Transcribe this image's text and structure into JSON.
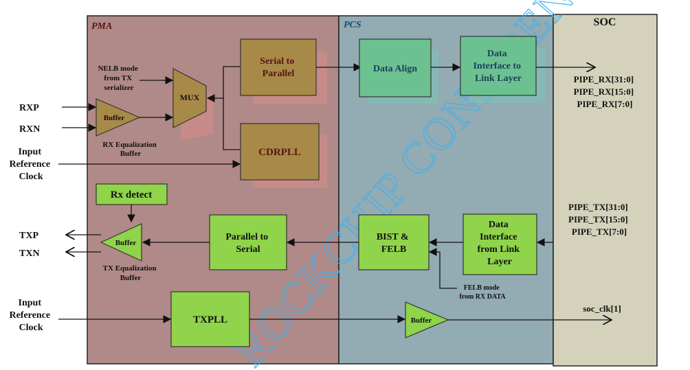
{
  "sections": {
    "pma": "PMA",
    "pcs": "PCS",
    "soc": "SOC"
  },
  "blocks": {
    "serial_to_parallel": [
      "Serial to",
      "Parallel"
    ],
    "mux": "MUX",
    "rx_buffer": "Buffer",
    "cdrpll": "CDRPLL",
    "data_align": "Data Align",
    "data_interface_to_link": [
      "Data",
      "Interface to",
      "Link Layer"
    ],
    "rx_detect": "Rx detect",
    "tx_buffer": "Buffer",
    "parallel_to_serial": [
      "Parallel to",
      "Serial"
    ],
    "bist_felb": [
      "BIST &",
      "FELB"
    ],
    "data_interface_from_link": [
      "Data",
      "Interface",
      "from Link",
      "Layer"
    ],
    "txpll": "TXPLL",
    "soc_buffer": "Buffer"
  },
  "labels": {
    "nelb_mode": [
      "NELB mode",
      "from TX",
      "serializer"
    ],
    "rxp": "RXP",
    "rxn": "RXN",
    "rx_eq_buffer": [
      "RX Equalization",
      "Buffer"
    ],
    "input_ref_clock_1": [
      "Input",
      "Reference",
      "Clock"
    ],
    "txp": "TXP",
    "txn": "TXN",
    "tx_eq_buffer": [
      "TX Equalization",
      "Buffer"
    ],
    "input_ref_clock_2": [
      "Input",
      "Reference",
      "Clock"
    ],
    "felb_mode": [
      "FELB mode",
      "from RX DATA"
    ],
    "pipe_rx": [
      "PIPE_RX[31:0]",
      "PIPE_RX[15:0]",
      "PIPE_RX[7:0]"
    ],
    "pipe_tx": [
      "PIPE_TX[31:0]",
      "PIPE_TX[15:0]",
      "PIPE_TX[7:0]"
    ],
    "soc_clk": "soc_clk[1]"
  },
  "watermark": "ROCKCHIP CONFIDENTIAL",
  "colors": {
    "pma_bg": "#b08a88",
    "pcs_bg": "#93abb3",
    "soc_bg": "#d4d2bb",
    "pma_block": "#a88a48",
    "pcs_block": "#6cc191",
    "green_block": "#8fd44a",
    "pma_text": "#5a1414",
    "watermark": "#3db2f0"
  }
}
